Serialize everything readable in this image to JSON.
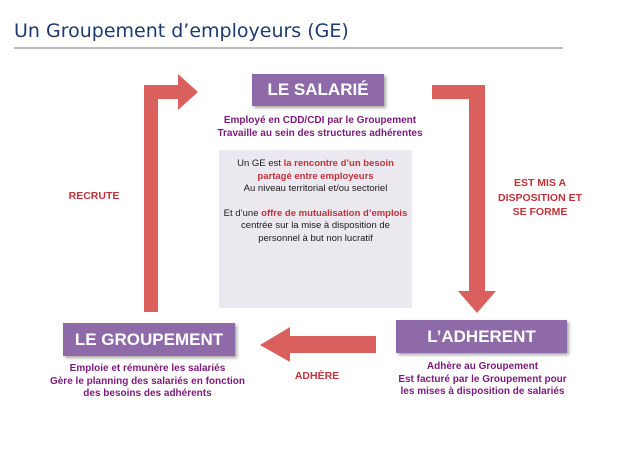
{
  "title": "Un Groupement d’employeurs (GE)",
  "boxes": {
    "salarie": "LE SALARIÉ",
    "groupement": "LE GROUPEMENT",
    "adherent": "L’ADHERENT"
  },
  "descriptions": {
    "salarie": [
      "Employé en CDD/CDI par le Groupement",
      "Travaille au sein des structures adhérentes"
    ],
    "groupement": [
      "Emploie et rémunère les salariés",
      "Gère le planning des salariés en fonction",
      "des besoins des adhérents"
    ],
    "adherent": [
      "Adhère au Groupement",
      "Est facturé par le Groupement pour",
      "les mises à disposition de salariés"
    ]
  },
  "arrow_labels": {
    "recrute": "RECRUTE",
    "mis_a_disposition": [
      "EST MIS A",
      "DISPOSITION ET",
      "SE FORME"
    ],
    "adhere": "ADHÈRE"
  },
  "center": {
    "p1_before": "Un GE est ",
    "p1_highlight": "la rencontre d’un besoin partagé entre employeurs",
    "p1_after": "Au niveau territorial et/ou sectoriel",
    "p2_before": "Et d’une ",
    "p2_highlight": "offre de mutualisation d’emplois",
    "p2_after": " centrée sur la mise à disposition de personnel à but non lucratif"
  },
  "colors": {
    "box_fill": "#8e6ba8",
    "arrow": "#d9605d",
    "description_text": "#7c1a7c",
    "label_text": "#c2323a",
    "center_bg": "#ebe9ef",
    "title": "#1f3a6e"
  }
}
